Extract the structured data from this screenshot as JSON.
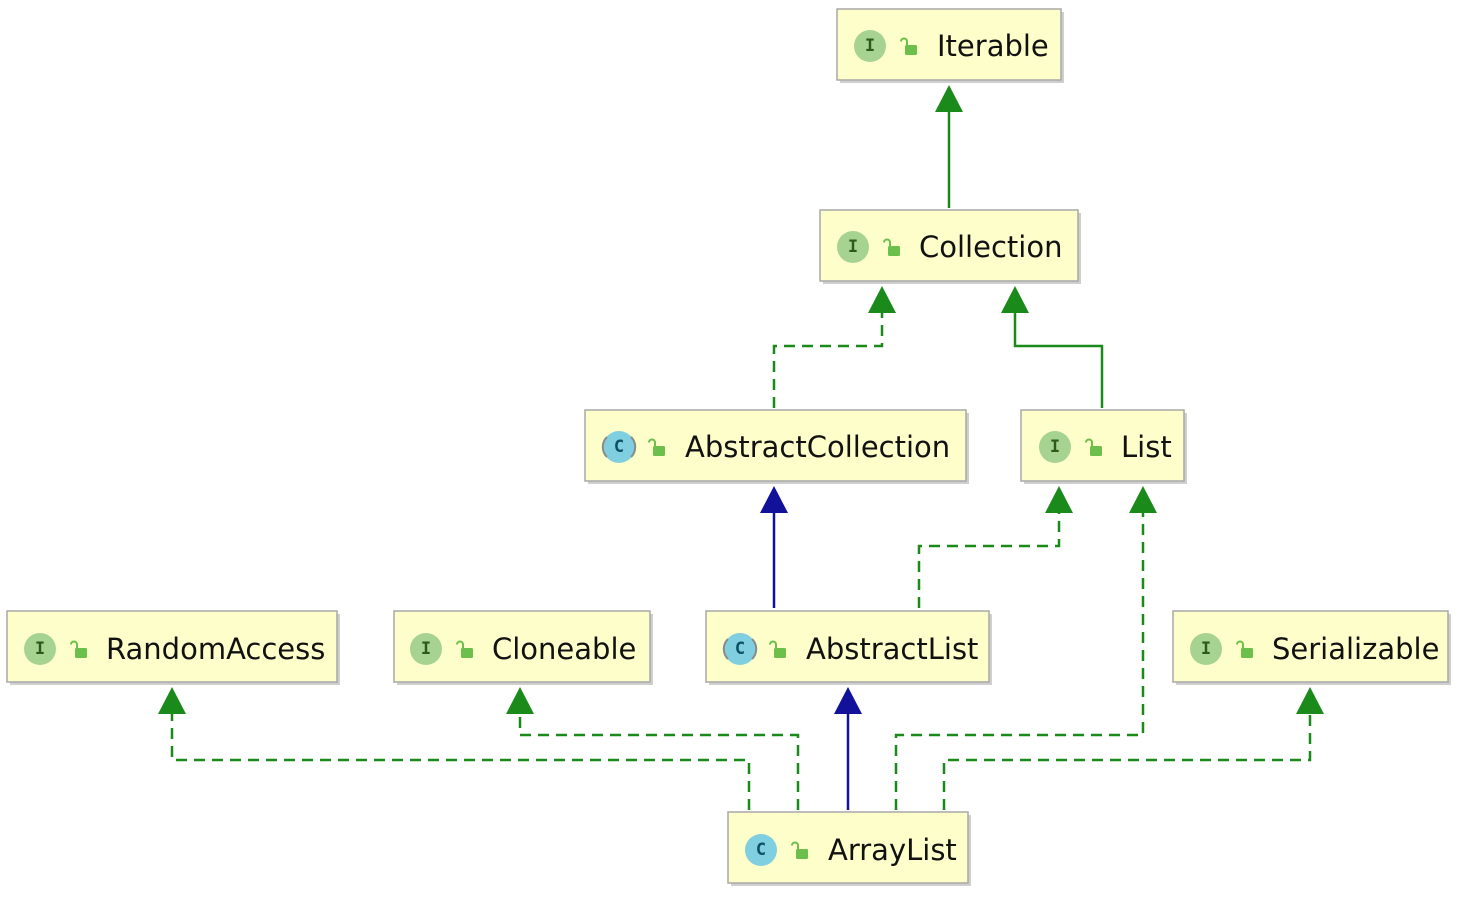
{
  "nodes": [
    {
      "id": "iterable",
      "label": "Iterable",
      "kind": "interface",
      "badge": "I"
    },
    {
      "id": "collection",
      "label": "Collection",
      "kind": "interface",
      "badge": "I"
    },
    {
      "id": "abstractcollection",
      "label": "AbstractCollection",
      "kind": "abstract-class",
      "badge": "C"
    },
    {
      "id": "list",
      "label": "List",
      "kind": "interface",
      "badge": "I"
    },
    {
      "id": "randomaccess",
      "label": "RandomAccess",
      "kind": "interface",
      "badge": "I"
    },
    {
      "id": "cloneable",
      "label": "Cloneable",
      "kind": "interface",
      "badge": "I"
    },
    {
      "id": "abstractlist",
      "label": "AbstractList",
      "kind": "abstract-class",
      "badge": "C"
    },
    {
      "id": "serializable",
      "label": "Serializable",
      "kind": "interface",
      "badge": "I"
    },
    {
      "id": "arraylist",
      "label": "ArrayList",
      "kind": "class",
      "badge": "C"
    }
  ],
  "edges": [
    {
      "from": "collection",
      "to": "iterable",
      "type": "extends-interface"
    },
    {
      "from": "abstractcollection",
      "to": "collection",
      "type": "implements"
    },
    {
      "from": "list",
      "to": "collection",
      "type": "extends-interface"
    },
    {
      "from": "abstractlist",
      "to": "abstractcollection",
      "type": "extends-class"
    },
    {
      "from": "abstractlist",
      "to": "list",
      "type": "implements"
    },
    {
      "from": "arraylist",
      "to": "abstractlist",
      "type": "extends-class"
    },
    {
      "from": "arraylist",
      "to": "randomaccess",
      "type": "implements"
    },
    {
      "from": "arraylist",
      "to": "cloneable",
      "type": "implements"
    },
    {
      "from": "arraylist",
      "to": "list",
      "type": "implements"
    },
    {
      "from": "arraylist",
      "to": "serializable",
      "type": "implements"
    }
  ],
  "icons": {
    "access": "unlocked-public-icon",
    "interface_badge": "interface-icon",
    "class_badge": "class-icon"
  },
  "colors": {
    "node_fill": "#fefeca",
    "node_border": "#a8a8a8",
    "green_edge": "#1a8a1a",
    "blue_edge": "#11119a",
    "interface_badge": "#a6d38f",
    "interface_badge_text": "#2c5a1c",
    "class_badge": "#7fcfe0",
    "class_badge_text": "#0e4f63",
    "lock_icon": "#6cbf4a"
  }
}
